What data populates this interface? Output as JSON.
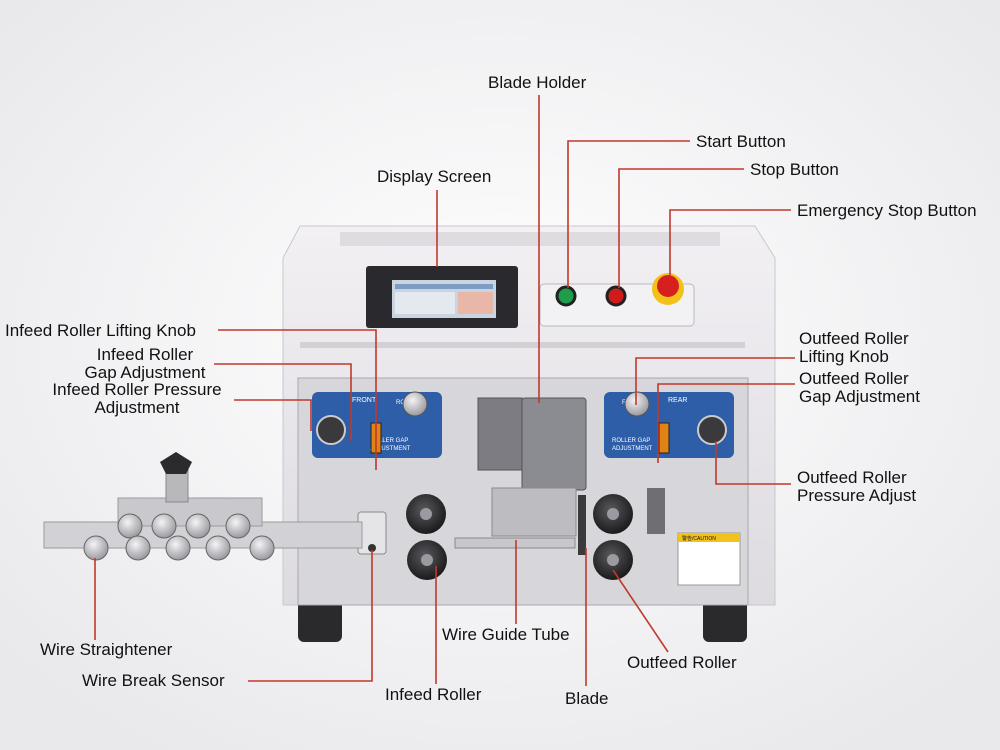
{
  "labels": {
    "blade_holder": "Blade Holder",
    "start_button": "Start Button",
    "stop_button": "Stop Button",
    "emergency_stop_button": "Emergency Stop Button",
    "display_screen": "Display Screen",
    "infeed_lifting_knob": "Infeed Roller Lifting Knob",
    "infeed_gap_l1": "Infeed Roller",
    "infeed_gap_l2": "Gap Adjustment",
    "infeed_pressure_l1": "Infeed Roller Pressure",
    "infeed_pressure_l2": "Adjustment",
    "outfeed_lifting_l1": "Outfeed Roller",
    "outfeed_lifting_l2": "Lifting Knob",
    "outfeed_gap_l1": "Outfeed Roller",
    "outfeed_gap_l2": "Gap Adjustment",
    "outfeed_pressure_l1": "Outfeed Roller",
    "outfeed_pressure_l2": "Pressure Adjust",
    "wire_straightener": "Wire Straightener",
    "wire_guide_tube": "Wire Guide Tube",
    "outfeed_roller": "Outfeed Roller",
    "wire_break_sensor": "Wire Break Sensor",
    "infeed_roller": "Infeed Roller",
    "blade": "Blade"
  },
  "panel": {
    "front": "FRONT",
    "rear": "REAR",
    "roller": "ROLLER",
    "roller_gap": "ROLLER GAP",
    "adjustment": "ADJUSTMENT",
    "caution": "警告/CAUTION"
  },
  "colors": {
    "leader_line": "#c0392b",
    "machine_body": "#e9e7ea",
    "blue_panel": "#2e5ea8",
    "start_green": "#1e9e4a",
    "stop_red": "#d11a1a",
    "estop_yellow": "#f2c21b"
  }
}
